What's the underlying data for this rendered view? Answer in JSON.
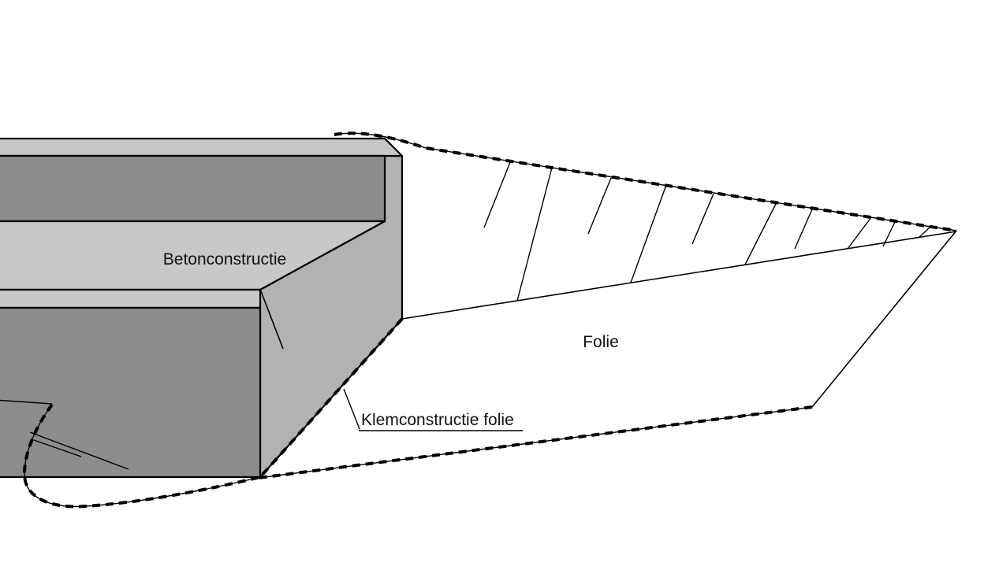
{
  "diagram": {
    "type": "technical-line-drawing",
    "labels": {
      "concrete": "Betonconstructie",
      "foil": "Folie",
      "clamp": "Klemconstructie folie"
    },
    "colors": {
      "background": "#ffffff",
      "concrete_top": "#c8c8c8",
      "concrete_front": "#8d8d8d",
      "concrete_side": "#b2b2b2",
      "line": "#000000"
    }
  }
}
